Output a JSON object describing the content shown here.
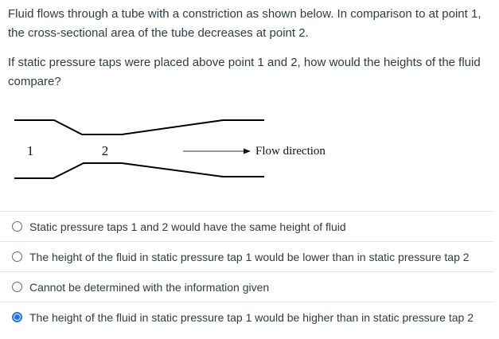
{
  "question": {
    "paragraph1": "Fluid flows through a tube with a constriction as shown below. In comparison to at point 1, the cross-sectional area  of the tube decreases at point 2.",
    "paragraph2": "If static pressure taps were placed above point 1 and 2, how would the heights of the fluid compare?"
  },
  "diagram": {
    "point1_label": "1",
    "point2_label": "2",
    "flow_label": "Flow direction"
  },
  "options": [
    {
      "label": "Static pressure taps 1 and 2 would have the same height of fluid",
      "selected": false
    },
    {
      "label": "The height of the fluid in static pressure tap 1 would be lower than in static pressure tap 2",
      "selected": false
    },
    {
      "label": "Cannot be determined with the information given",
      "selected": false
    },
    {
      "label": "The height of the fluid in static pressure tap 1 would be higher than in static pressure tap 2",
      "selected": true
    }
  ],
  "colors": {
    "text": "#2d3b45",
    "radio_selected": "#2074e8",
    "radio_border": "#5f6b76",
    "divider": "#dfe3e6",
    "diagram_line": "#000000"
  }
}
